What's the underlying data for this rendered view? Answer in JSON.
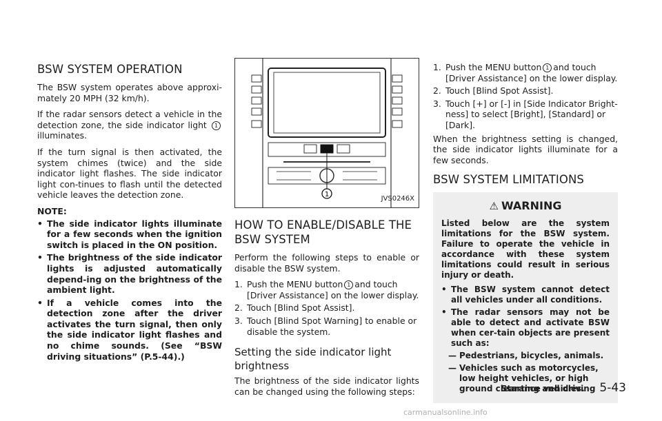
{
  "col1": {
    "heading": "BSW SYSTEM OPERATION",
    "p1": "The BSW system operates above approxi-mately 20 MPH (32 km/h).",
    "p2a": "If the radar sensors detect a vehicle in the detection zone, the side indicator light",
    "p2b": "illuminates.",
    "p3": "If the turn signal is then activated, the system chimes (twice) and the side indicator light flashes. The side indicator light con-tinues to flash until the detected vehicle leaves the detection zone.",
    "note_label": "NOTE:",
    "notes": [
      "The side indicator lights illuminate for a few seconds when the ignition switch is placed in the ON position.",
      "The brightness of the side indicator lights is adjusted automatically depend-ing on the brightness of the ambient light.",
      "If a vehicle comes into the detection zone after the driver activates the turn signal, then only the side indicator light flashes and no chime sounds. (See “BSW driving situations” (P.5-44).)"
    ]
  },
  "figure": {
    "code": "JVS0246X",
    "callout": "1"
  },
  "col2": {
    "heading": "HOW TO ENABLE/DISABLE THE BSW SYSTEM",
    "intro": "Perform the following steps to enable or disable the BSW system.",
    "steps": [
      {
        "num": "1.",
        "a": "Push the MENU button",
        "b": "and touch [Driver Assistance] on the lower display."
      },
      {
        "num": "2.",
        "a": "Touch [Blind Spot Assist].",
        "b": ""
      },
      {
        "num": "3.",
        "a": "Touch [Blind Spot Warning] to enable or disable the system.",
        "b": ""
      }
    ],
    "subheading": "Setting the side indicator light brightness",
    "sub_intro": "The brightness of the side indicator lights can be changed using the following steps:"
  },
  "col3": {
    "steps": [
      {
        "num": "1.",
        "a": "Push the MENU button",
        "b": "and touch [Driver Assistance] on the lower display."
      },
      {
        "num": "2.",
        "a": "Touch [Blind Spot Assist].",
        "b": ""
      },
      {
        "num": "3.",
        "a": "Touch [+] or [-] in [Side Indicator Bright-ness] to select [Bright], [Standard] or [Dark].",
        "b": ""
      }
    ],
    "after": "When the brightness setting is changed, the side indicator lights illuminate for a few seconds.",
    "heading": "BSW SYSTEM LIMITATIONS",
    "warning_title": "WARNING",
    "warning_text": "Listed below are the system limitations for the BSW system. Failure to operate the vehicle in accordance with these system limitations could result in serious injury or death.",
    "warning_bullets": [
      "The BSW system cannot detect all vehicles under all conditions.",
      "The radar sensors may not be able to detect and activate BSW when cer-tain objects are present such as:"
    ],
    "warning_dashes": [
      "Pedestrians, bicycles, animals.",
      "Vehicles such as motorcycles, low height vehicles, or high ground clearance vehicles."
    ]
  },
  "footer": {
    "section": "Starting and driving",
    "page": "5-43"
  },
  "watermark": "carmanualsonline.info"
}
